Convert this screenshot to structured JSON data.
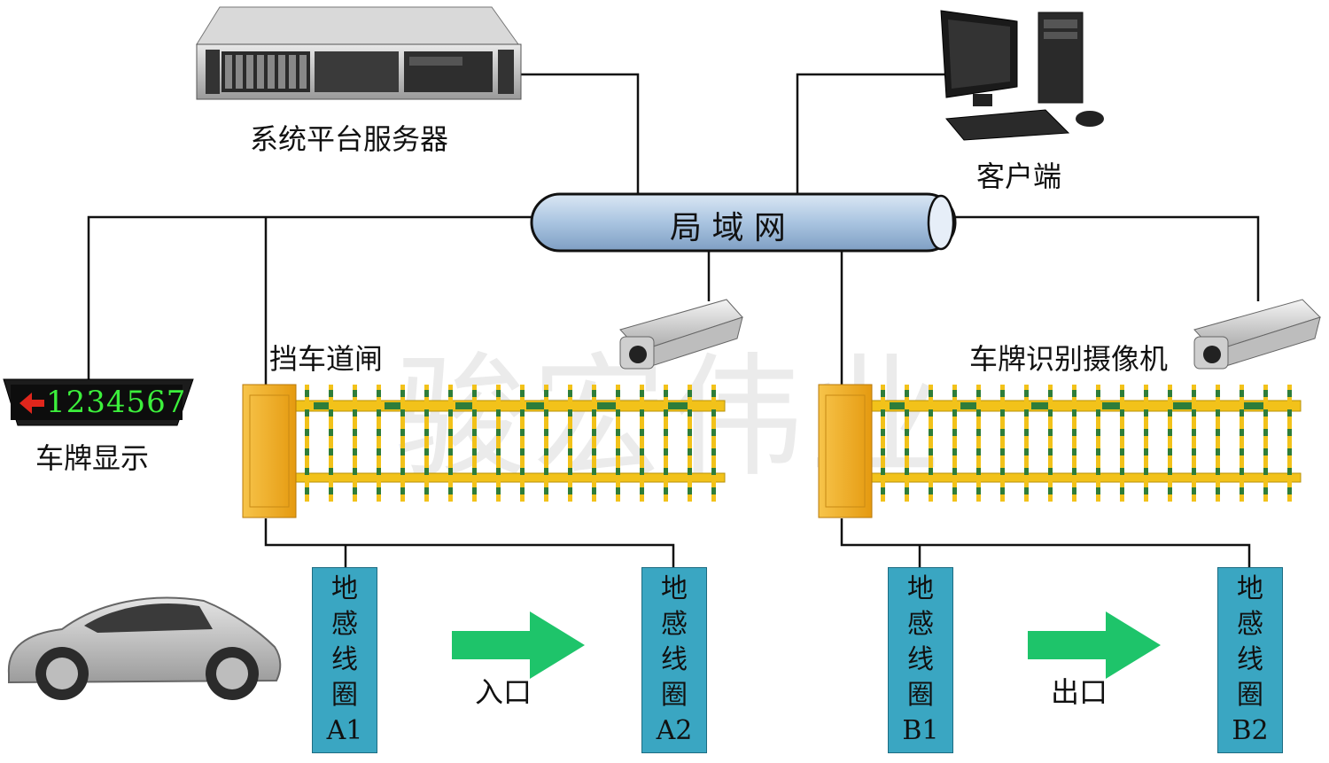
{
  "server": {
    "label": "系统平台服务器",
    "icon": "server-icon"
  },
  "client": {
    "label": "客户端",
    "icon": "desktop-computer-icon"
  },
  "network": {
    "label": "局 域 网"
  },
  "plate_display": {
    "label": "车牌显示",
    "text": "1234567",
    "arrow": "arrow-left-icon"
  },
  "barrier_label": "挡车道闸",
  "camera_label": "车牌识别摄像机",
  "watermark": "骏宏伟业",
  "coils": [
    {
      "id": "A1",
      "chars": [
        "地",
        "感",
        "线",
        "圈",
        "A1"
      ]
    },
    {
      "id": "A2",
      "chars": [
        "地",
        "感",
        "线",
        "圈",
        "A2"
      ]
    },
    {
      "id": "B1",
      "chars": [
        "地",
        "感",
        "线",
        "圈",
        "B1"
      ]
    },
    {
      "id": "B2",
      "chars": [
        "地",
        "感",
        "线",
        "圈",
        "B2"
      ]
    }
  ],
  "entrance_label": "入口",
  "exit_label": "出口",
  "colors": {
    "coil": "#3aa6c2",
    "arrow": "#1ec46a",
    "barrier_yellow": "#f2c21a",
    "barrier_green": "#2e7d3a",
    "cabinet": "#f0a820",
    "network_pipe": "#a9c4e0",
    "plate_text": "#3cf03c"
  }
}
